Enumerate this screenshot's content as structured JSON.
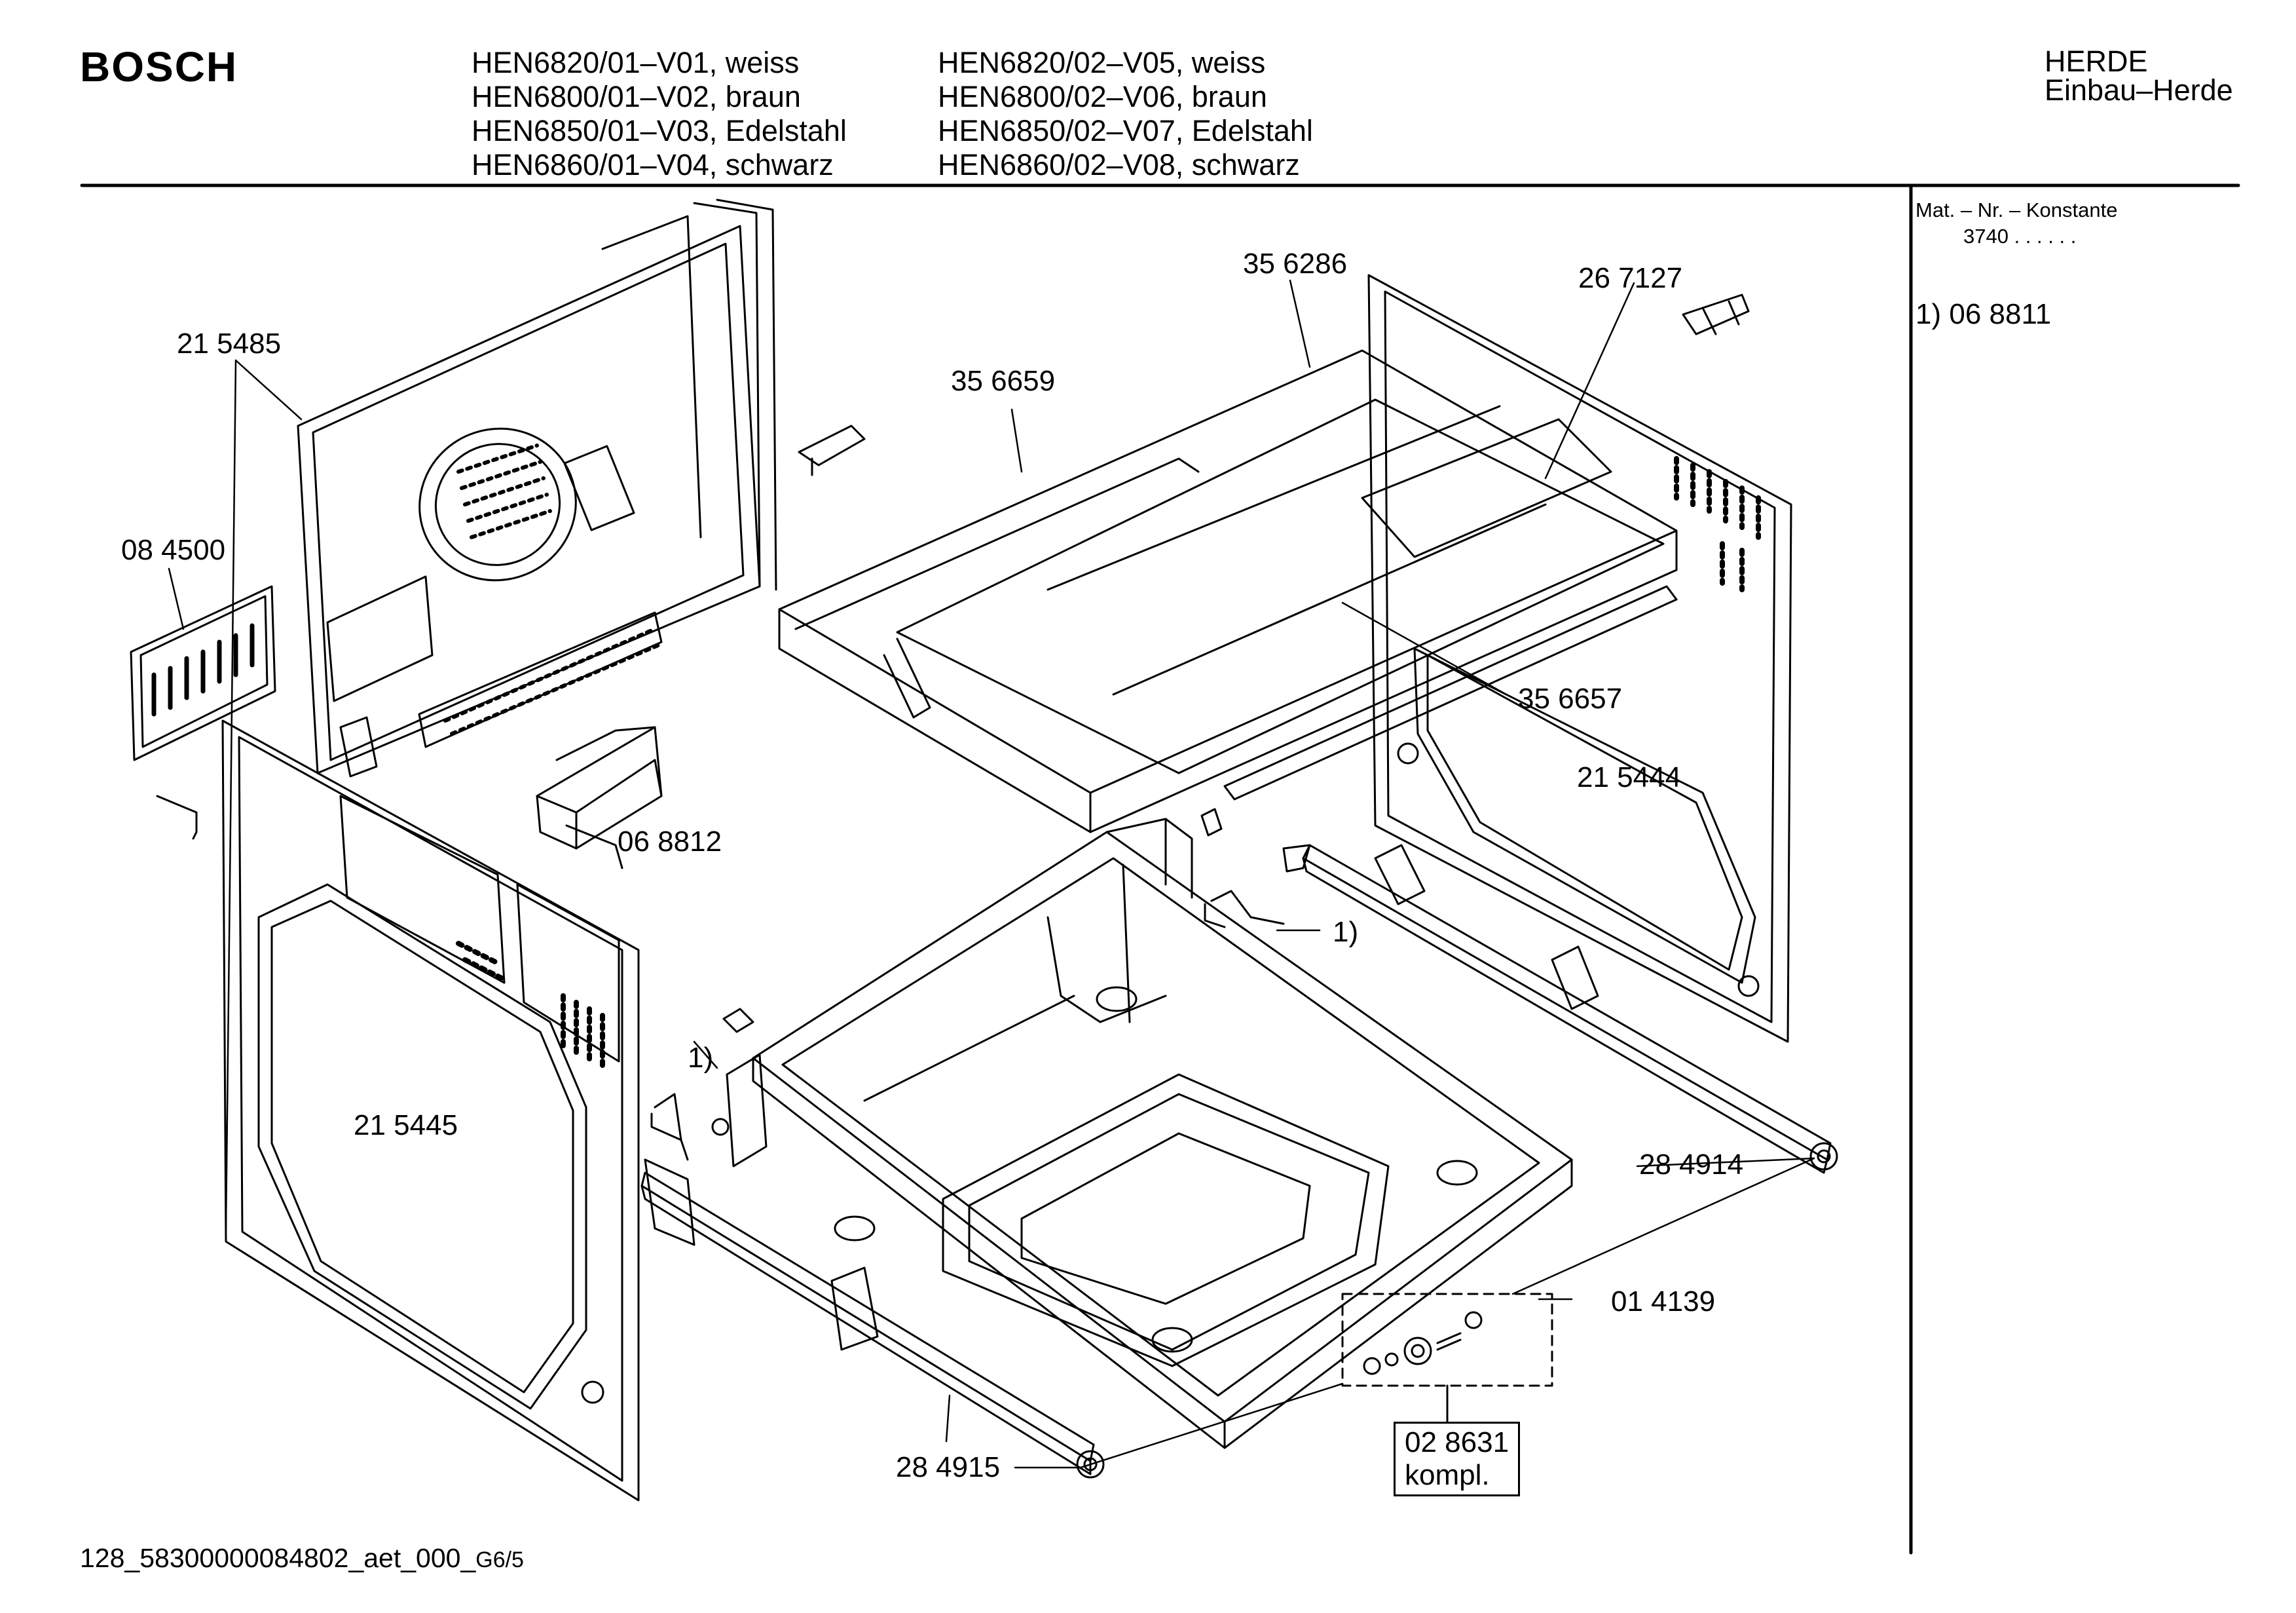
{
  "header": {
    "brand": "BOSCH",
    "models_col1": [
      "HEN6820/01–V01, weiss",
      "HEN6800/01–V02, braun",
      "HEN6850/01–V03, Edelstahl",
      "HEN6860/01–V04, schwarz"
    ],
    "models_col2": [
      "HEN6820/02–V05, weiss",
      "HEN6800/02–V06, braun",
      "HEN6850/02–V07, Edelstahl",
      "HEN6860/02–V08, schwarz"
    ],
    "category_line1": "HERDE",
    "category_line2": "Einbau–Herde"
  },
  "sidebar": {
    "constant_title": "Mat. – Nr. – Konstante",
    "constant_value": "3740 .  .   .  .  .  .",
    "note": "1) 06 8811"
  },
  "parts": {
    "p215485": "21 5485",
    "p084500": "08 4500",
    "p356659": "35 6659",
    "p356286": "35 6286",
    "p267127": "26 7127",
    "p356657": "35 6657",
    "p215444": "21 5444",
    "p068812": "06 8812",
    "p215445": "21 5445",
    "note1_a": "1)",
    "note1_b": "1)",
    "p284914": "28 4914",
    "p014139": "01 4139",
    "p028631": "02 8631",
    "p028631_sub": "kompl.",
    "p284915": "28 4915"
  },
  "footer": {
    "code": "128_58300000084802_aet_000_",
    "suffix": "G6/5"
  }
}
